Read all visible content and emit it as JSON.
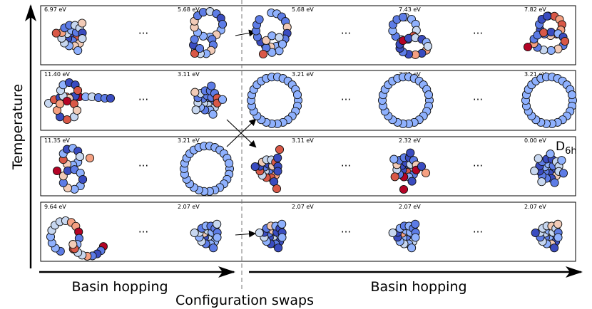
{
  "axis": {
    "temperature_label": "Temperature",
    "basin_hopping_left": "Basin hopping",
    "configuration_swaps": "Configuration swaps",
    "basin_hopping_right": "Basin hopping"
  },
  "ellipsis": "···",
  "symmetry_label": "D",
  "symmetry_sub": "6h",
  "colors": {
    "dark_blue": "#3a4cc0",
    "mid_blue": "#5d7ce6",
    "light_blue": "#8fb1fe",
    "pale_blue": "#c7d7f0",
    "pale_red": "#f2cbb7",
    "salmon": "#f5a081",
    "red": "#d95847",
    "dark_red": "#b40426"
  },
  "rows": [
    {
      "energies": [
        "6.97 eV",
        "5.68 eV",
        "5.68 eV",
        "7.43 eV",
        "7.82 eV"
      ]
    },
    {
      "energies": [
        "11.40 eV",
        "3.11 eV",
        "3.21 eV",
        "3.21 eV",
        "3.21 eV"
      ]
    },
    {
      "energies": [
        "11.35 eV",
        "3.21 eV",
        "3.11 eV",
        "2.32 eV",
        "0.00 eV"
      ]
    },
    {
      "energies": [
        "9.64 eV",
        "2.07 eV",
        "2.07 eV",
        "2.07 eV",
        "2.07 eV"
      ]
    }
  ]
}
